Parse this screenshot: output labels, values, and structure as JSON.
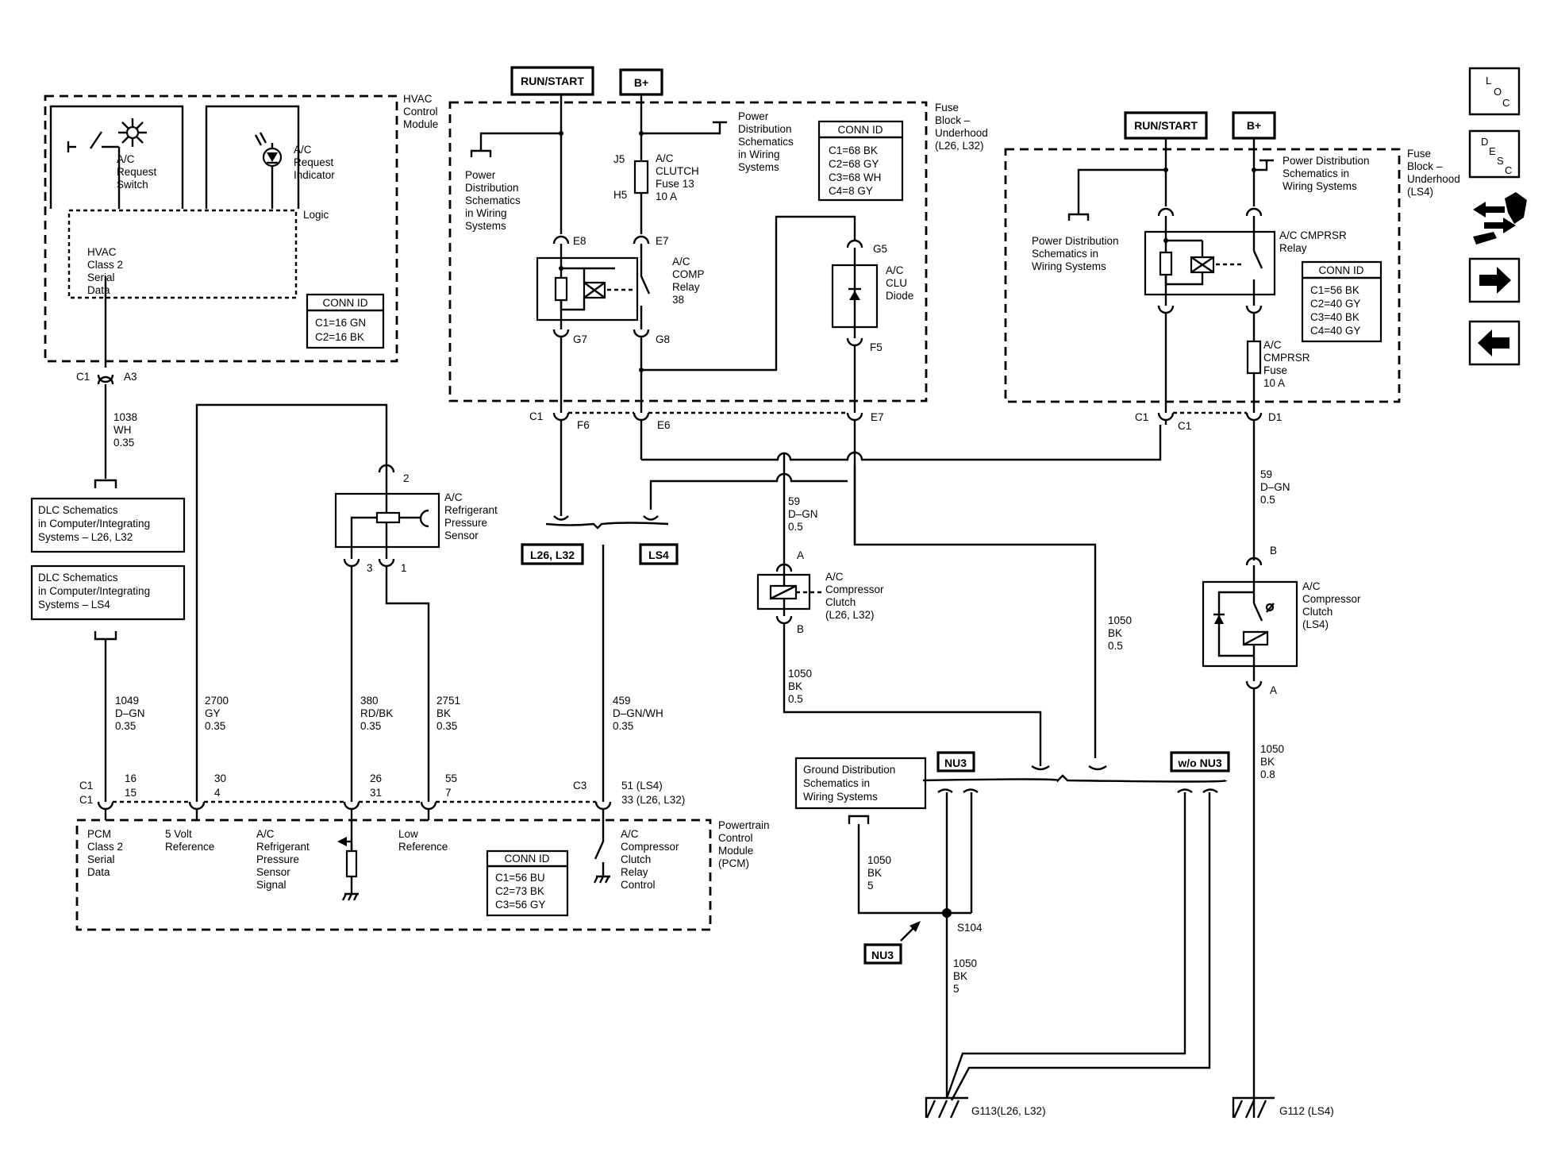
{
  "labels": {
    "hvac_module": [
      "HVAC",
      "Control",
      "Module"
    ],
    "ac_request_switch": [
      "A/C",
      "Request",
      "Switch"
    ],
    "ac_request_indicator": [
      "A/C",
      "Request",
      "Indicator"
    ],
    "logic": "Logic",
    "hvac_class2": [
      "HVAC",
      "Class 2",
      "Serial",
      "Data"
    ],
    "conn_id": "CONN ID",
    "hvac_conn": [
      "C1=16 GN",
      "C2=16 BK"
    ],
    "hvac_c1": "C1",
    "hvac_a3": "A3",
    "w1038": [
      "1038",
      "WH",
      "0.35"
    ],
    "dlc1": [
      "DLC Schematics",
      "in Computer/Integrating",
      "Systems – L26, L32"
    ],
    "dlc2": [
      "DLC Schematics",
      "in Computer/Integrating",
      "Systems – LS4"
    ],
    "run_start": "RUN/START",
    "bplus": "B+",
    "pds_top": [
      "Power",
      "Distribution",
      "Schematics",
      "in Wiring",
      "Systems"
    ],
    "pds_left": [
      "Power",
      "Distribution",
      "Schematics",
      "in Wiring",
      "Systems"
    ],
    "fuse_block_1": [
      "Fuse",
      "Block –",
      "Underhood",
      "(L26, L32)"
    ],
    "fb1_conn": [
      "C1=68 BK",
      "C2=68 GY",
      "C3=68 WH",
      "C4=8 GY"
    ],
    "j5": "J5",
    "h5": "H5",
    "ac_clutch_fuse": [
      "A/C",
      "CLUTCH",
      "Fuse 13",
      "10 A"
    ],
    "e8": "E8",
    "e7": "E7",
    "g7": "G7",
    "g8": "G8",
    "g5": "G5",
    "f5": "F5",
    "comp_relay": [
      "A/C",
      "COMP",
      "Relay",
      "38"
    ],
    "clu_diode": [
      "A/C",
      "CLU",
      "Diode"
    ],
    "c1_f6": "C1",
    "f6": "F6",
    "e6": "E6",
    "e7b": "E7",
    "fuse_block_2": [
      "Fuse",
      "Block –",
      "Underhood",
      "(LS4)"
    ],
    "pds_right": [
      "Power Distribution",
      "Schematics in",
      "Wiring Systems"
    ],
    "pds_mid": [
      "Power Distribution",
      "Schematics in",
      "Wiring Systems"
    ],
    "cmprsr_relay": [
      "A/C CMPRSR",
      "Relay"
    ],
    "fb2_conn": [
      "C1=56 BK",
      "C2=40 GY",
      "C3=40 BK",
      "C4=40 GY"
    ],
    "cmprsr_fuse": [
      "A/C",
      "CMPRSR",
      "Fuse",
      "10 A"
    ],
    "c1_a": "C1",
    "c1_b": "C1",
    "d1": "D1",
    "pin2": "2",
    "pin3": "3",
    "pin1": "1",
    "pressure_sensor": [
      "A/C",
      "Refrigerant",
      "Pressure",
      "Sensor"
    ],
    "l26_tag": "L26, L32",
    "ls4_tag": "LS4",
    "w59a": [
      "59",
      "D–GN",
      "0.5"
    ],
    "pin_a": "A",
    "pin_b": "B",
    "clutch1": [
      "A/C",
      "Compressor",
      "Clutch",
      "(L26, L32)"
    ],
    "w1050a": [
      "1050",
      "BK",
      "0.5"
    ],
    "w1050b": [
      "1050",
      "BK",
      "0.5"
    ],
    "w59b": [
      "59",
      "D–GN",
      "0.5"
    ],
    "pin_b2": "B",
    "pin_a2": "A",
    "clutch2": [
      "A/C",
      "Compressor",
      "Clutch",
      "(LS4)"
    ],
    "w1050c": [
      "1050",
      "BK",
      "0.8"
    ],
    "w1049": [
      "1049",
      "D–GN",
      "0.35"
    ],
    "w2700": [
      "2700",
      "GY",
      "0.35"
    ],
    "w380": [
      "380",
      "RD/BK",
      "0.35"
    ],
    "w2751": [
      "2751",
      "BK",
      "0.35"
    ],
    "w459": [
      "459",
      "D–GN/WH",
      "0.35"
    ],
    "pcm_c1": [
      "C1",
      "C1"
    ],
    "p16": [
      "16",
      "15"
    ],
    "p30": [
      "30",
      "4"
    ],
    "p26": [
      "26",
      "31"
    ],
    "p55": [
      "55",
      "7"
    ],
    "pcm_c3": "C3",
    "p51": [
      "51 (LS4)",
      "33 (L26, L32)"
    ],
    "pcm_class2": [
      "PCM",
      "Class 2",
      "Serial",
      "Data"
    ],
    "ref5v": [
      "5 Volt",
      "Reference"
    ],
    "ref_sig": [
      "A/C",
      "Refrigerant",
      "Pressure",
      "Sensor",
      "Signal"
    ],
    "low_ref": [
      "Low",
      "Reference"
    ],
    "pcm_conn": [
      "C1=56 BU",
      "C2=73 BK",
      "C3=56 GY"
    ],
    "relay_ctrl": [
      "A/C",
      "Compressor",
      "Clutch",
      "Relay",
      "Control"
    ],
    "pcm_module": [
      "Powertrain",
      "Control",
      "Module",
      "(PCM)"
    ],
    "gds": [
      "Ground Distribution",
      "Schematics in",
      "Wiring Systems"
    ],
    "nu3": "NU3",
    "wo_nu3": "w/o NU3",
    "w1050d": [
      "1050",
      "BK",
      "5"
    ],
    "s104": "S104",
    "nu3b": "NU3",
    "w1050e": [
      "1050",
      "BK",
      "5"
    ],
    "g113": "G113(L26, L32)",
    "g112": "G112 (LS4)"
  },
  "nav": {
    "loc": [
      "L",
      "O",
      "C"
    ],
    "desc": [
      "D",
      "E",
      "S",
      "C"
    ]
  }
}
